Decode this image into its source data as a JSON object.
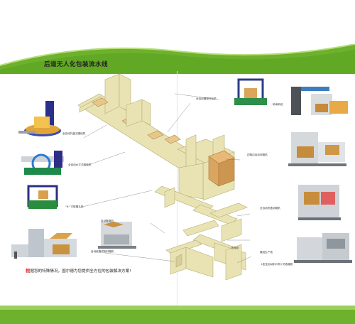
{
  "title": "后道无人化包装流水线",
  "labels": {
    "wrap": "全自动托盘式缠绕机",
    "pallet_wrap": "全自动水平式缠绕机",
    "strap": "\"#\" 字型捆扎机",
    "erector": "自动纸箱成型封箱机",
    "auto_sealer": "自动套箱机",
    "belt_strap": "全自动捆带打包机",
    "pallet_stack": "码垛系统",
    "carton_seal": "四角边自动封箱机",
    "fold_seal": "全自动折盖封箱机",
    "robot": "机械手",
    "line": "输送生产线",
    "l_seal": "L型全自动封口机+热收缩机"
  },
  "note": {
    "first_char": "根",
    "rest": "据您的特殊情况，国尔德为您提供全方位的包装解决方案!"
  },
  "colors": {
    "green": "#6db12d",
    "light_green": "#9bd05a",
    "machine": "#e9e3b4",
    "machine_edge": "#b4ad74"
  }
}
